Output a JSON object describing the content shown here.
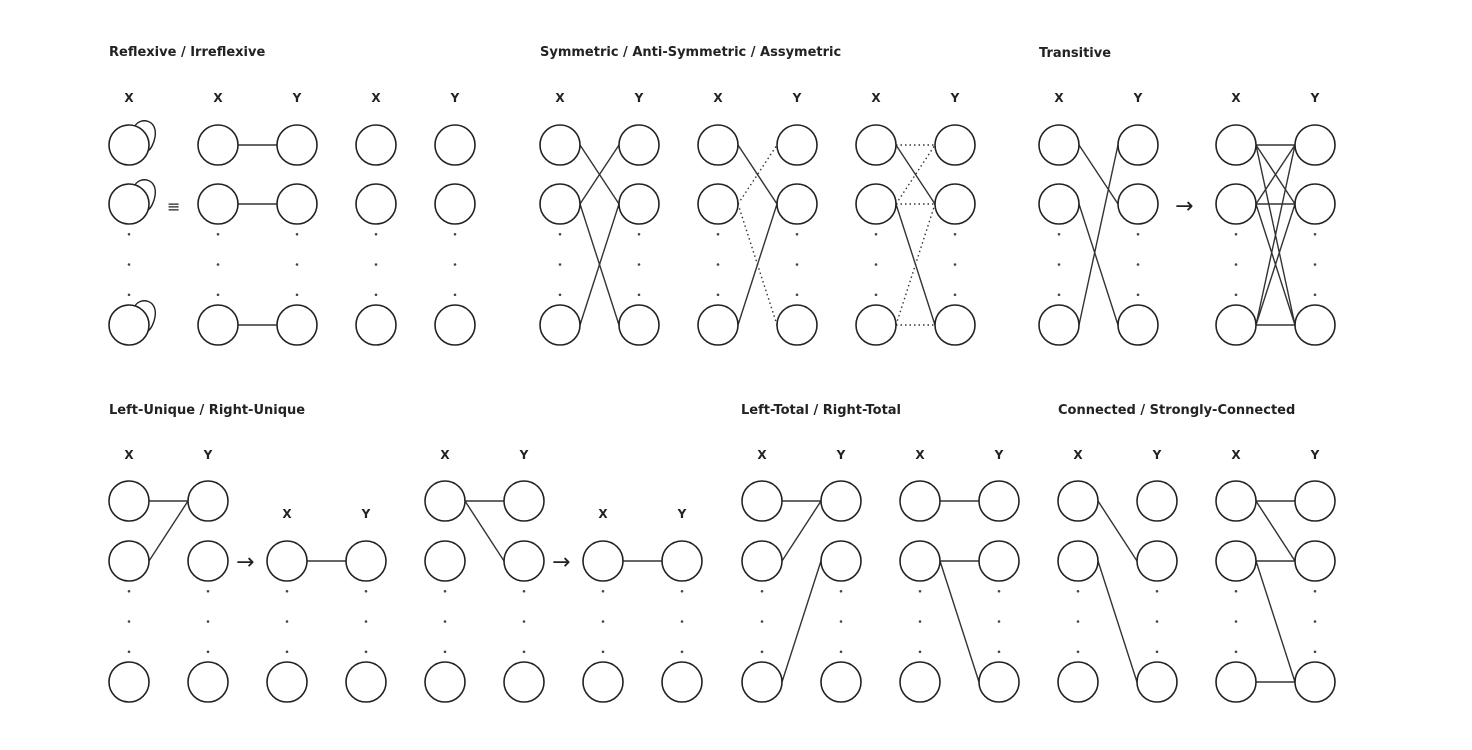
{
  "diagram": {
    "titles": {
      "reflexive": "Reflexive / Irreflexive",
      "symmetric": "Symmetric / Anti-Symmetric / Assymetric",
      "transitive": "Transitive",
      "unique": "Left-Unique / Right-Unique",
      "total": "Left-Total / Right-Total",
      "connected": "Connected / Strongly-Connected"
    },
    "axis_x": "X",
    "axis_y": "Y",
    "equiv_symbol": "≡",
    "arrow_symbol": "→"
  }
}
